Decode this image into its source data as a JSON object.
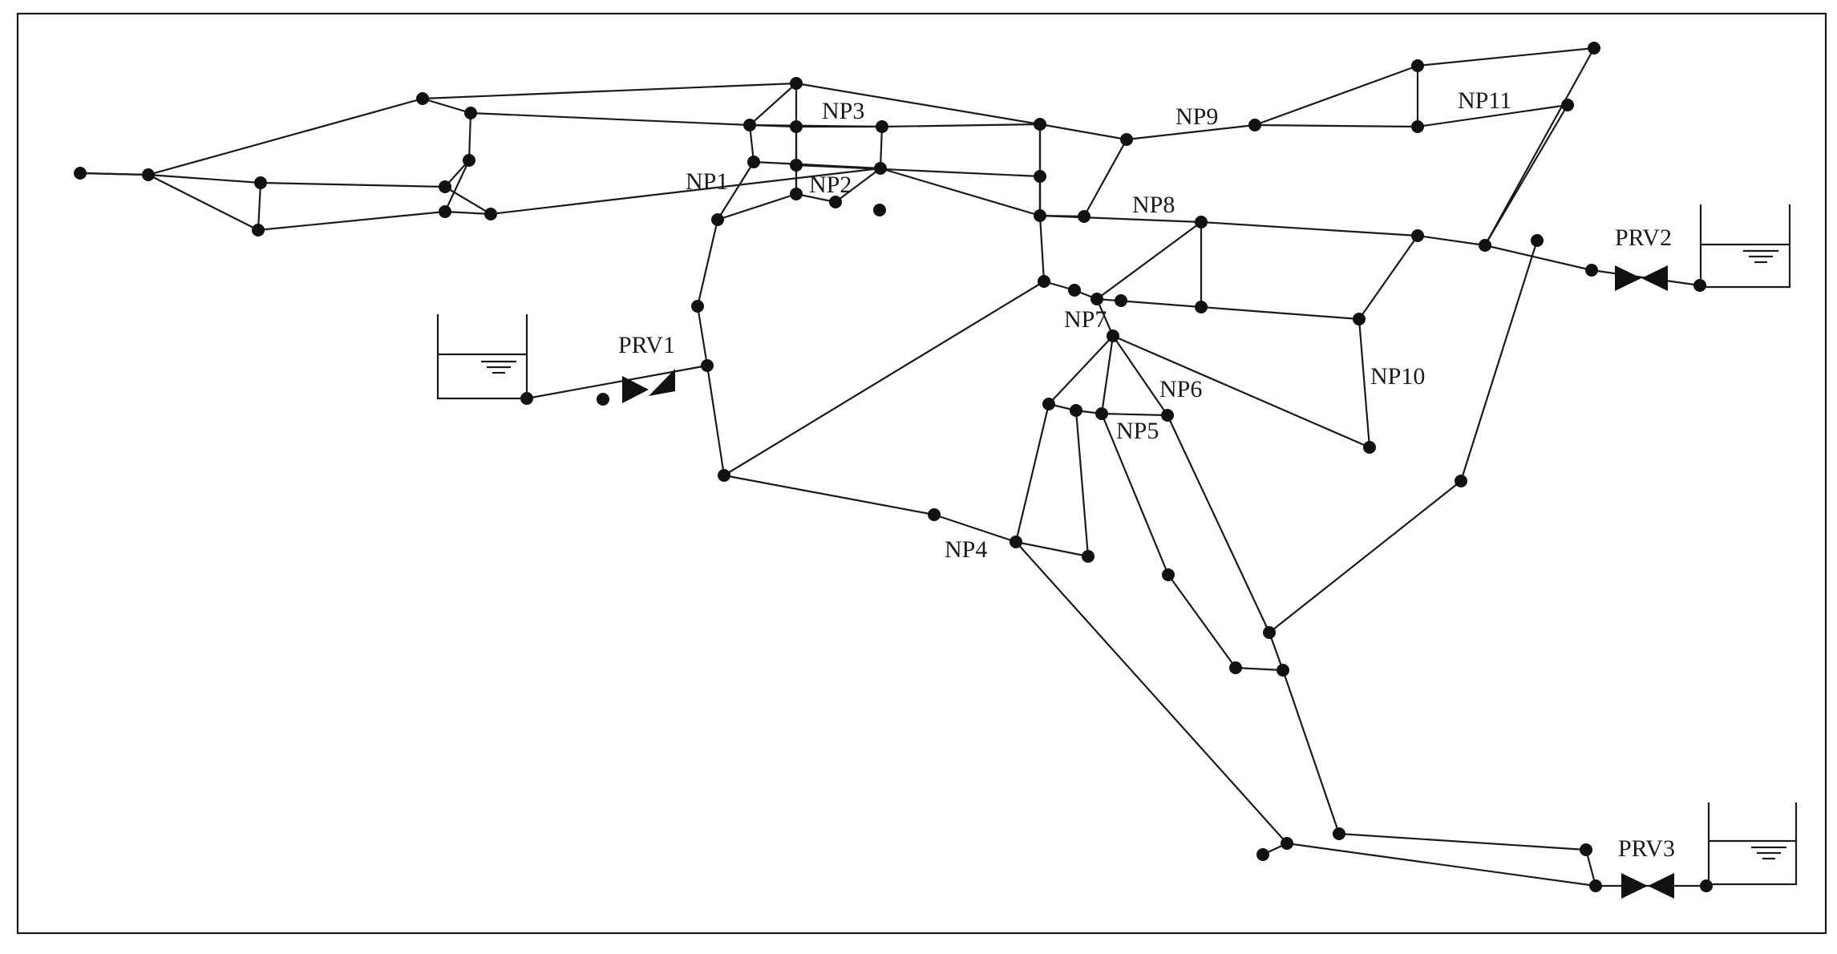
{
  "labels": {
    "np1": "NP1",
    "np2": "NP2",
    "np3": "NP3",
    "np4": "NP4",
    "np5": "NP5",
    "np6": "NP6",
    "np7": "NP7",
    "np8": "NP8",
    "np9": "NP9",
    "np10": "NP10",
    "np11": "NP11",
    "prv1": "PRV1",
    "prv2": "PRV2",
    "prv3": "PRV3"
  },
  "colors": {
    "line": "#1a1a1a",
    "node": "#111111",
    "background": "#ffffff"
  }
}
